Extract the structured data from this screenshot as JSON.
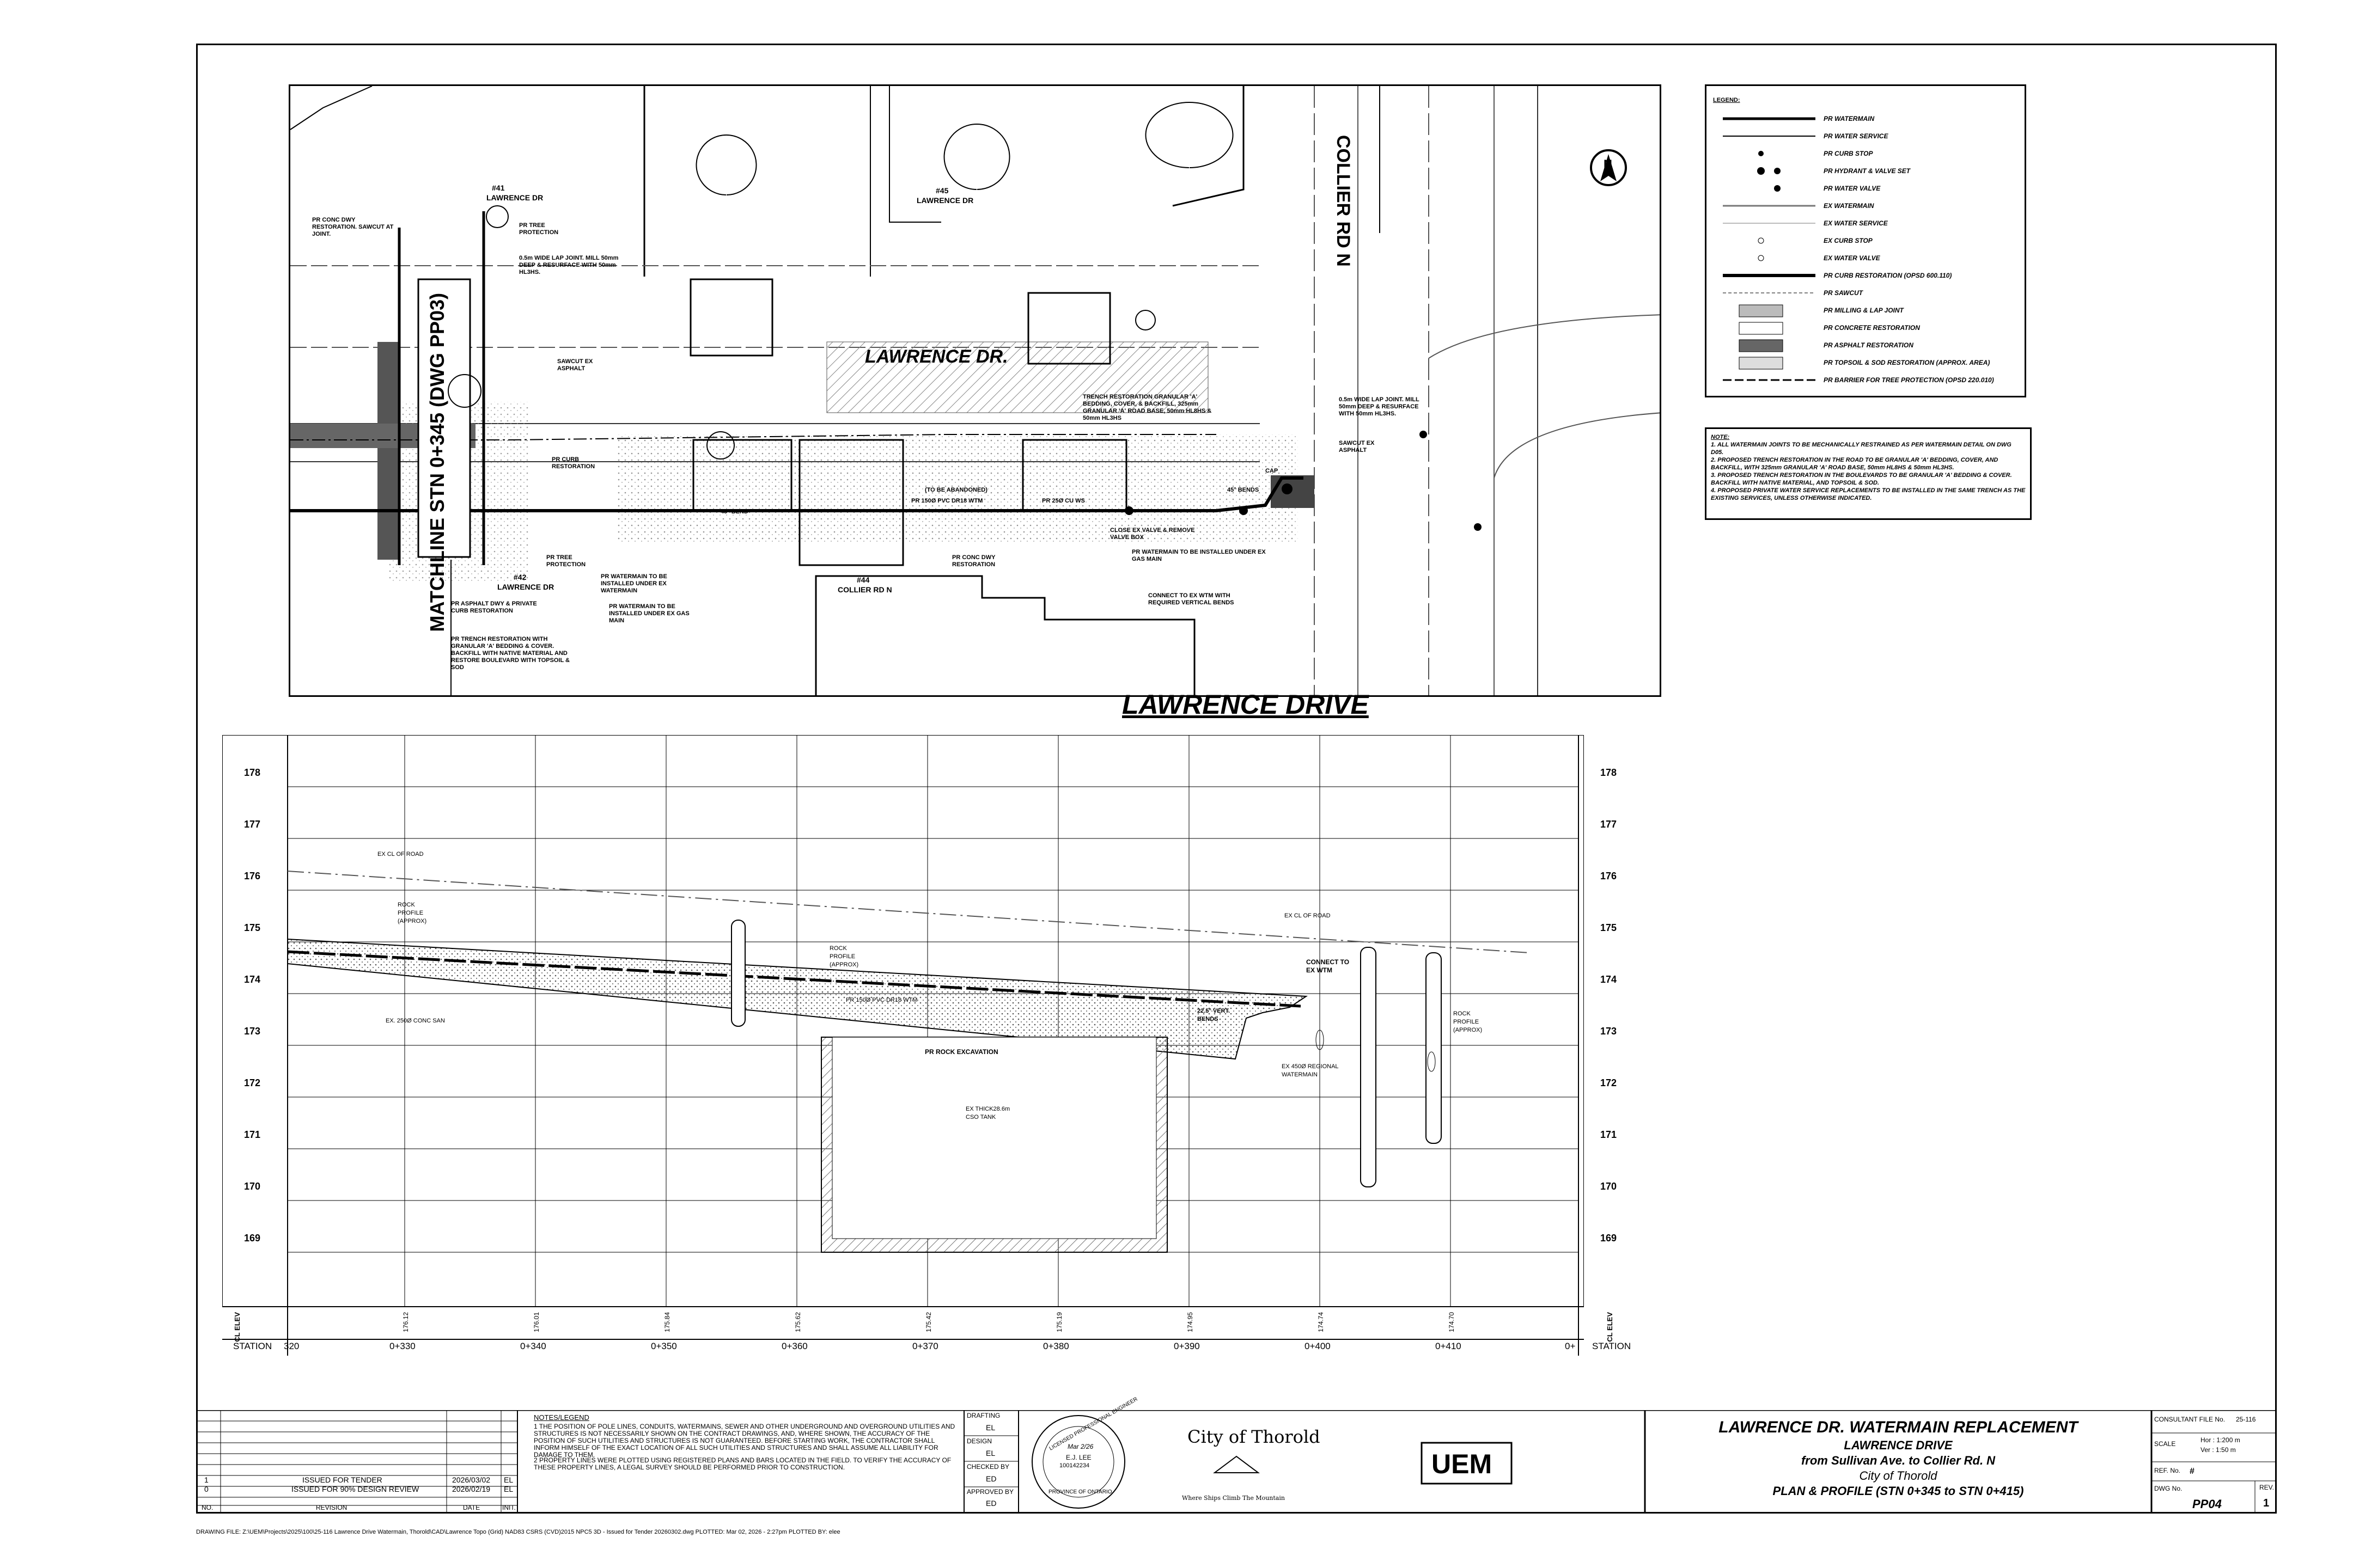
{
  "drawing_title": "LAWRENCE DRIVE",
  "plan": {
    "street_main": "LAWRENCE DR.",
    "street_cross": "COLLIER RD N",
    "matchline": "MATCHLINE STN 0+345 (DWG PP03)",
    "north_arrow": "N",
    "lots": [
      {
        "no": "#41",
        "street": "LAWRENCE DR"
      },
      {
        "no": "#45",
        "street": "LAWRENCE DR"
      },
      {
        "no": "#42",
        "street": "LAWRENCE DR"
      },
      {
        "no": "#44",
        "street": "COLLIER RD N"
      }
    ],
    "callouts": [
      "PR CONC DWY RESTORATION. SAWCUT AT JOINT.",
      "PR TREE PROTECTION",
      "0.5m WIDE LAP JOINT. MILL 50mm DEEP & RESURFACE WITH 50mm HL3HS.",
      "SAWCUT EX ASPHALT",
      "PR CURB RESTORATION",
      "PR TREE PROTECTION",
      "PR WATERMAIN TO BE INSTALLED UNDER EX WATERMAIN",
      "PR WATERMAIN TO BE INSTALLED UNDER EX GAS MAIN",
      "PR ASPHALT DWY & PRIVATE CURB RESTORATION",
      "PR TRENCH RESTORATION WITH GRANULAR 'A' BEDDING & COVER. BACKFILL WITH NATIVE MATERIAL AND RESTORE BOULEVARD WITH TOPSOIL & SOD",
      "TRENCH RESTORATION GRANULAR 'A' BEDDING, COVER, & BACKFILL, 325mm GRANULAR 'A' ROAD BASE, 50mm HL8HS & 50mm HL3HS",
      "0.5m WIDE LAP JOINT. MILL 50mm DEEP & RESURFACE WITH 50mm HL3HS.",
      "SAWCUT EX ASPHALT",
      "CLOSE EX VALVE & REMOVE VALVE BOX",
      "PR WATERMAIN TO BE INSTALLED UNDER EX GAS MAIN",
      "CONNECT TO EX WTM WITH REQUIRED VERTICAL BENDS",
      "PR CONC DWY RESTORATION",
      "PR 150Ø PVC DR18 WTM",
      "PR 25Ø CU WS",
      "45° BEND",
      "45° BENDS",
      "CAP",
      "(TO BE ABANDONED)"
    ]
  },
  "legend": {
    "title": "LEGEND:",
    "items": [
      "PR WATERMAIN",
      "PR WATER SERVICE",
      "PR CURB STOP",
      "PR HYDRANT & VALVE SET",
      "PR WATER VALVE",
      "EX WATERMAIN",
      "EX WATER SERVICE",
      "EX CURB STOP",
      "EX WATER VALVE",
      "PR CURB RESTORATION (OPSD 600.110)",
      "PR SAWCUT",
      "PR MILLING & LAP JOINT",
      "PR CONCRETE RESTORATION",
      "PR ASPHALT RESTORATION",
      "PR TOPSOIL & SOD RESTORATION (APPROX. AREA)",
      "PR BARRIER FOR TREE PROTECTION (OPSD 220.010)"
    ]
  },
  "notes": {
    "title": "NOTE:",
    "items": [
      "1. ALL WATERMAIN JOINTS TO BE MECHANICALLY RESTRAINED AS PER WATERMAIN DETAIL ON DWG D05.",
      "2. PROPOSED TRENCH RESTORATION IN THE ROAD TO BE GRANULAR 'A' BEDDING, COVER, AND BACKFILL, WITH 325mm GRANULAR 'A' ROAD BASE, 50mm HL8HS & 50mm HL3HS.",
      "3. PROPOSED TRENCH RESTORATION IN THE BOULEVARDS TO BE GRANULAR 'A' BEDDING & COVER. BACKFILL WITH NATIVE MATERIAL, AND TOPSOIL & SOD.",
      "4. PROPOSED PRIVATE WATER SERVICE REPLACEMENTS TO BE INSTALLED IN THE SAME TRENCH AS THE EXISTING SERVICES, UNLESS OTHERWISE INDICATED."
    ]
  },
  "profile": {
    "elevations": [
      "178",
      "177",
      "176",
      "175",
      "174",
      "173",
      "172",
      "171",
      "170",
      "169"
    ],
    "stations": [
      "320",
      "0+330",
      "0+340",
      "0+350",
      "0+360",
      "0+370",
      "0+380",
      "0+390",
      "0+400",
      "0+410",
      "0+"
    ],
    "cl_elevs": [
      "176.12",
      "176.01",
      "175.84",
      "175.62",
      "175.42",
      "175.19",
      "174.95",
      "174.74",
      "174.70"
    ],
    "row_labels": {
      "cl_elev": "CL ELEV",
      "station": "STATION"
    },
    "labels": [
      "EX CL OF ROAD",
      "ROCK PROFILE (APPROX)",
      "ROCK PROFILE (APPROX)",
      "EX CL OF ROAD",
      "CONNECT TO EX WTM",
      "22.5° VERT. BENDS",
      "ROCK PROFILE (APPROX)",
      "PR ROCK EXCAVATION",
      "EX. 250Ø CONC SAN",
      "EX 450Ø REGIONAL WATERMAIN",
      "EX THICK28.6m CSO TANK",
      "PR 150Ø PVC DR18 WTM"
    ]
  },
  "titleblock": {
    "revisions": [
      {
        "no": "1",
        "desc": "ISSUED FOR TENDER",
        "date": "2026/03/02",
        "by": "EL"
      },
      {
        "no": "0",
        "desc": "ISSUED FOR 90% DESIGN REVIEW",
        "date": "2026/02/19",
        "by": "EL"
      }
    ],
    "rev_headers": {
      "no": "NO.",
      "desc": "REVISION",
      "date": "DATE",
      "by": "INIT."
    },
    "notes_title": "NOTES/LEGEND",
    "notes": [
      "1 THE POSITION OF POLE LINES, CONDUITS, WATERMAINS, SEWER AND OTHER UNDERGROUND AND OVERGROUND UTILITIES AND STRUCTURES IS NOT NECESSARILY SHOWN ON THE CONTRACT DRAWINGS, AND, WHERE SHOWN, THE ACCURACY OF THE POSITION OF SUCH UTILITIES AND STRUCTURES IS NOT GUARANTEED. BEFORE STARTING WORK, THE CONTRACTOR SHALL INFORM HIMSELF OF THE EXACT LOCATION OF ALL SUCH UTILITIES AND STRUCTURES AND SHALL ASSUME ALL LIABILITY FOR DAMAGE TO THEM.",
      "2 PROPERTY LINES WERE PLOTTED USING REGISTERED PLANS AND BARS LOCATED IN THE FIELD. TO VERIFY THE ACCURACY OF THESE PROPERTY LINES, A LEGAL SURVEY SHOULD BE PERFORMED PRIOR TO CONSTRUCTION."
    ],
    "drafting_label": "DRAFTING",
    "drafting": "EL",
    "design_label": "DESIGN",
    "design": "EL",
    "checked_label": "CHECKED BY",
    "checked": "ED",
    "approved_label": "APPROVED BY",
    "approved": "ED",
    "seal_text": "LICENSED PROFESSIONAL ENGINEER",
    "seal_name": "E.J. LEE",
    "seal_number": "100142234",
    "seal_date": "Mar 2/26",
    "seal_province": "PROVINCE OF ONTARIO",
    "city_logo": "City of Thorold",
    "city_tagline": "Where Ships Climb The Mountain",
    "firm_logo": "UEM",
    "project_title": "LAWRENCE DR. WATERMAIN REPLACEMENT",
    "project_sub1": "LAWRENCE DRIVE",
    "project_sub2": "from Sullivan Ave. to Collier Rd. N",
    "project_sub3": "City of Thorold",
    "project_sub4": "PLAN & PROFILE (STN 0+345 to STN 0+415)",
    "consultant_label": "CONSULTANT FILE No.",
    "consultant": "25-116",
    "scale_label": "SCALE",
    "scale_h": "Hor : 1:200 m",
    "scale_v": "Ver : 1:50 m",
    "ref_label": "REF. No.",
    "ref": "#",
    "dwg_label": "DWG No.",
    "dwg": "PP04",
    "rev_label": "REV.",
    "rev": "1"
  },
  "footer": "DRAWING FILE: Z:\\UEM\\Projects\\2025\\100\\25-116 Lawrence Drive Watermain, Thorold\\CAD\\Lawrence Topo (Grid) NAD83 CSRS (CVD)2015 NPC5 3D - Issued for Tender 20260302.dwg PLOTTED: Mar 02, 2026 - 2:27pm PLOTTED BY: elee"
}
